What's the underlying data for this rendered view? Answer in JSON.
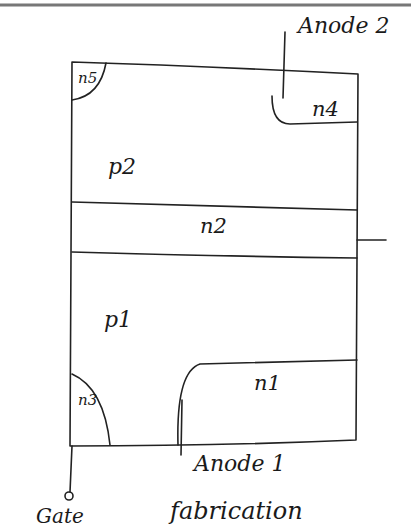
{
  "diagram": {
    "labels": [
      "Anode 2",
      "n5",
      "n4",
      "p2",
      "n2",
      "p1",
      "n3",
      "n1",
      "Anode 1",
      "Gate",
      "fabrication"
    ]
  }
}
